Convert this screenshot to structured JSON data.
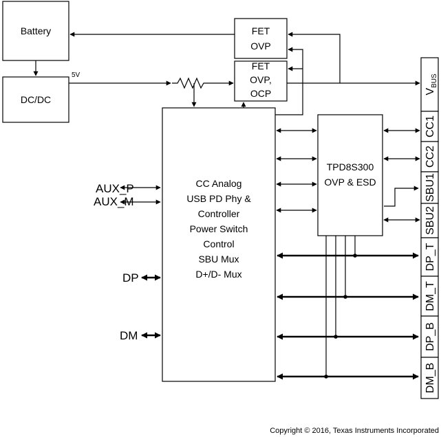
{
  "blocks": {
    "battery": "Battery",
    "dcdc": "DC/DC",
    "fet_ovp": [
      "FET",
      "OVP"
    ],
    "fet_ovp_ocp": [
      "FET",
      "OVP,",
      "OCP"
    ],
    "controller": [
      "CC Analog",
      "USB PD Phy &",
      "Controller",
      "Power Switch",
      "Control",
      "SBU Mux",
      "D+/D- Mux"
    ],
    "tpd": [
      "TPD8S300",
      "OVP & ESD"
    ]
  },
  "labels": {
    "voltage_5v": "5V",
    "aux_p": "AUX_P",
    "aux_m": "AUX_M",
    "dp": "DP",
    "dm": "DM"
  },
  "connector": {
    "vbus_main": "V",
    "vbus_sub": "BUS",
    "pins": [
      "CC1",
      "CC2",
      "SBU1",
      "SBU2",
      "DP_T",
      "DM_T",
      "DP_B",
      "DM_B"
    ]
  },
  "copyright": "Copyright © 2016, Texas Instruments Incorporated"
}
